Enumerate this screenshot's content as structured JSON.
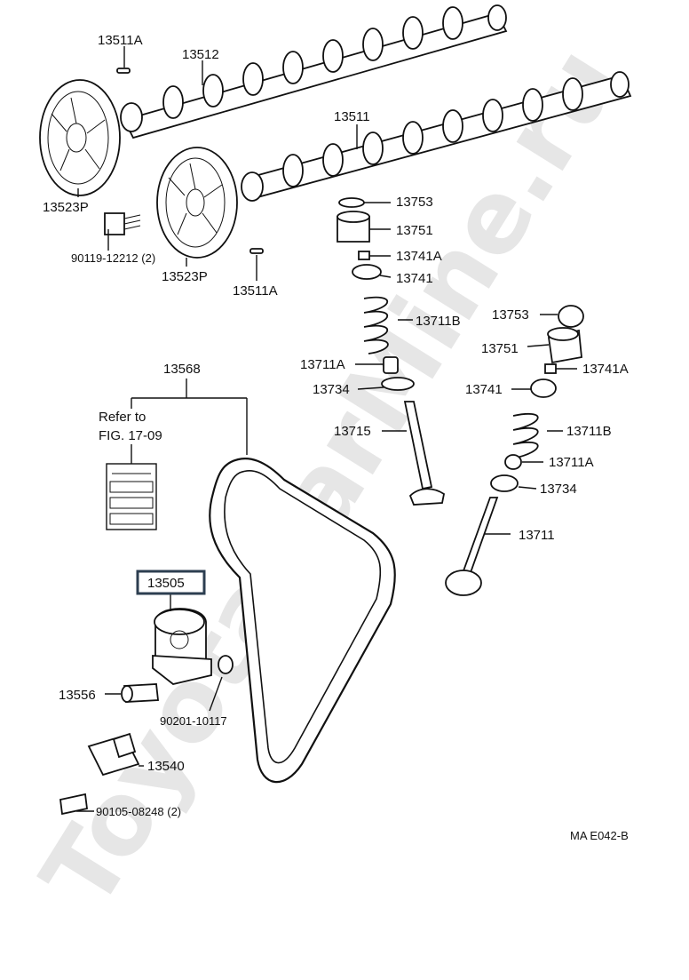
{
  "watermark": "ToyotaCarMine.ru",
  "diagram_code": "MA E042-B",
  "note": {
    "line1": "Refer to",
    "line2": "FIG. 17-09"
  },
  "labels": {
    "p13511A_top": "13511A",
    "p13512": "13512",
    "p13511": "13511",
    "p13523P_left": "13523P",
    "p90119": "90119-12212 (2)",
    "p13523P_mid": "13523P",
    "p13511A_bottom": "13511A",
    "p13753_a": "13753",
    "p13751_a": "13751",
    "p13741A_a": "13741A",
    "p13741_a": "13741",
    "p13711B_a": "13711B",
    "p13711A_a": "13711A",
    "p13734_a": "13734",
    "p13715": "13715",
    "p13753_b": "13753",
    "p13751_b": "13751",
    "p13741A_b": "13741A",
    "p13741_b": "13741",
    "p13711B_b": "13711B",
    "p13711A_b": "13711A",
    "p13734_b": "13734",
    "p13711": "13711",
    "p13568": "13568",
    "p13505": "13505",
    "p13556": "13556",
    "p90201": "90201-10117",
    "p13540": "13540",
    "p90105": "90105-08248 (2)"
  }
}
